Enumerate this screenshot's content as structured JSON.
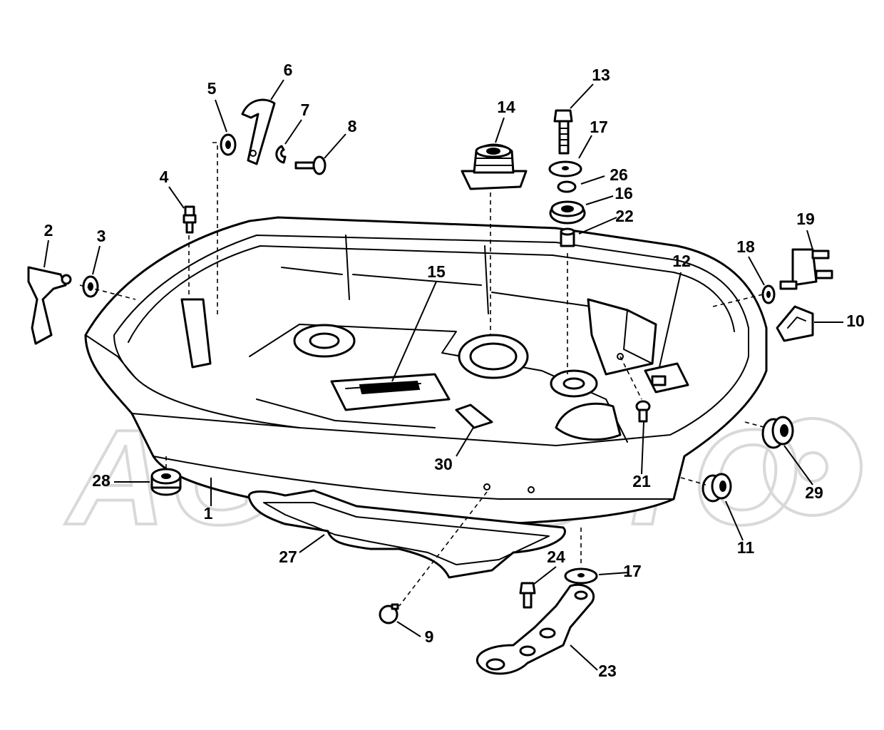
{
  "watermark": {
    "text": "AGHMOTO",
    "color": "#d9d9d9"
  },
  "colors": {
    "line": "#000000",
    "background": "#ffffff"
  },
  "callouts": [
    {
      "id": "1",
      "label": "1"
    },
    {
      "id": "2",
      "label": "2"
    },
    {
      "id": "3",
      "label": "3"
    },
    {
      "id": "4",
      "label": "4"
    },
    {
      "id": "5",
      "label": "5"
    },
    {
      "id": "6",
      "label": "6"
    },
    {
      "id": "7",
      "label": "7"
    },
    {
      "id": "8",
      "label": "8"
    },
    {
      "id": "9",
      "label": "9"
    },
    {
      "id": "10",
      "label": "10"
    },
    {
      "id": "11",
      "label": "11"
    },
    {
      "id": "12",
      "label": "12"
    },
    {
      "id": "13",
      "label": "13"
    },
    {
      "id": "14",
      "label": "14"
    },
    {
      "id": "15",
      "label": "15"
    },
    {
      "id": "16",
      "label": "16"
    },
    {
      "id": "17a",
      "label": "17"
    },
    {
      "id": "17b",
      "label": "17"
    },
    {
      "id": "18",
      "label": "18"
    },
    {
      "id": "19",
      "label": "19"
    },
    {
      "id": "21",
      "label": "21"
    },
    {
      "id": "22",
      "label": "22"
    },
    {
      "id": "23",
      "label": "23"
    },
    {
      "id": "24",
      "label": "24"
    },
    {
      "id": "26",
      "label": "26"
    },
    {
      "id": "27",
      "label": "27"
    },
    {
      "id": "28",
      "label": "28"
    },
    {
      "id": "29",
      "label": "29"
    },
    {
      "id": "30",
      "label": "30"
    }
  ]
}
